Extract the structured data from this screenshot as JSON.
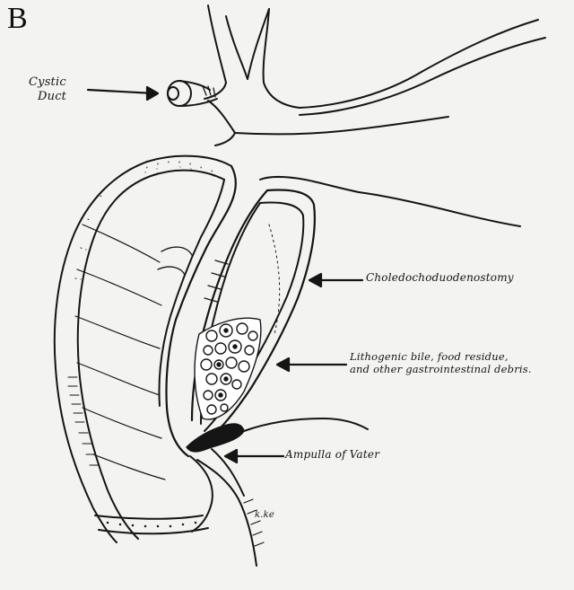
{
  "panel_letter": "B",
  "labels": {
    "cystic_duct": [
      "Cystic",
      "Duct"
    ],
    "choledochoduodenostomy": "Choledochoduodenostomy",
    "lithogenic": [
      "Lithogenic bile, food residue,",
      "and other gastrointestinal debris."
    ],
    "ampulla": "Ampulla of Vater",
    "signature": "k.ke"
  },
  "colors": {
    "ink": "#151515",
    "paper": "#f3f3f1"
  }
}
